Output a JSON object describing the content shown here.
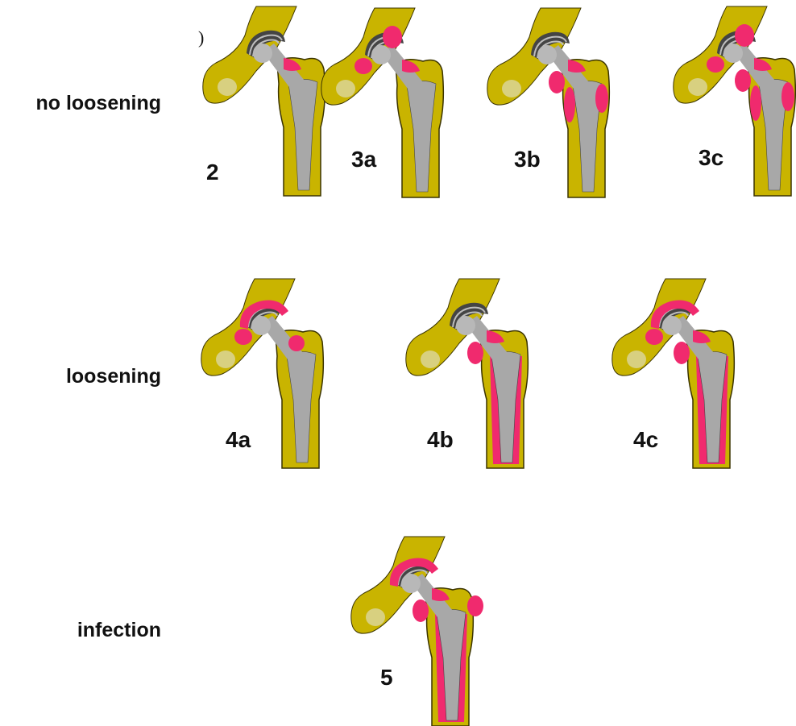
{
  "rows": {
    "no_loosening": "no loosening",
    "loosening": "loosening",
    "infection": "infection"
  },
  "stages": [
    {
      "id": "2",
      "label": "2",
      "row": "no_loosening",
      "regions": [
        "neck-right"
      ]
    },
    {
      "id": "3a",
      "label": "3a",
      "row": "no_loosening",
      "regions": [
        "acetabulum-top",
        "acetabulum-left",
        "neck-right"
      ]
    },
    {
      "id": "3b",
      "label": "3b",
      "row": "no_loosening",
      "regions": [
        "neck-left",
        "neck-right",
        "prox-femur-left",
        "prox-femur-right"
      ]
    },
    {
      "id": "3c",
      "label": "3c",
      "row": "no_loosening",
      "regions": [
        "acetabulum-top",
        "acetabulum-left",
        "neck-left",
        "neck-right",
        "prox-femur-left",
        "prox-femur-right"
      ]
    },
    {
      "id": "4a",
      "label": "4a",
      "row": "loosening",
      "regions": [
        "acetabulum-cup",
        "acetabulum-left",
        "acetabulum-right"
      ]
    },
    {
      "id": "4b",
      "label": "4b",
      "row": "loosening",
      "regions": [
        "neck-left",
        "neck-right",
        "stem-full"
      ]
    },
    {
      "id": "4c",
      "label": "4c",
      "row": "loosening",
      "regions": [
        "acetabulum-cup",
        "acetabulum-left",
        "neck-left",
        "neck-right",
        "stem-full"
      ]
    },
    {
      "id": "5",
      "label": "5",
      "row": "infection",
      "regions": [
        "acetabulum-cup",
        "neck-left",
        "neck-right",
        "lateral-blob",
        "stem-full"
      ]
    }
  ],
  "corner_mark": ")",
  "colors": {
    "bone": "#c9b400",
    "bone_light": "#d8d080",
    "bone_outline": "#3a3300",
    "metal": "#a8a8a8",
    "metal_dark": "#444444",
    "inflammation": "#f02a6e",
    "label": "#111111"
  }
}
